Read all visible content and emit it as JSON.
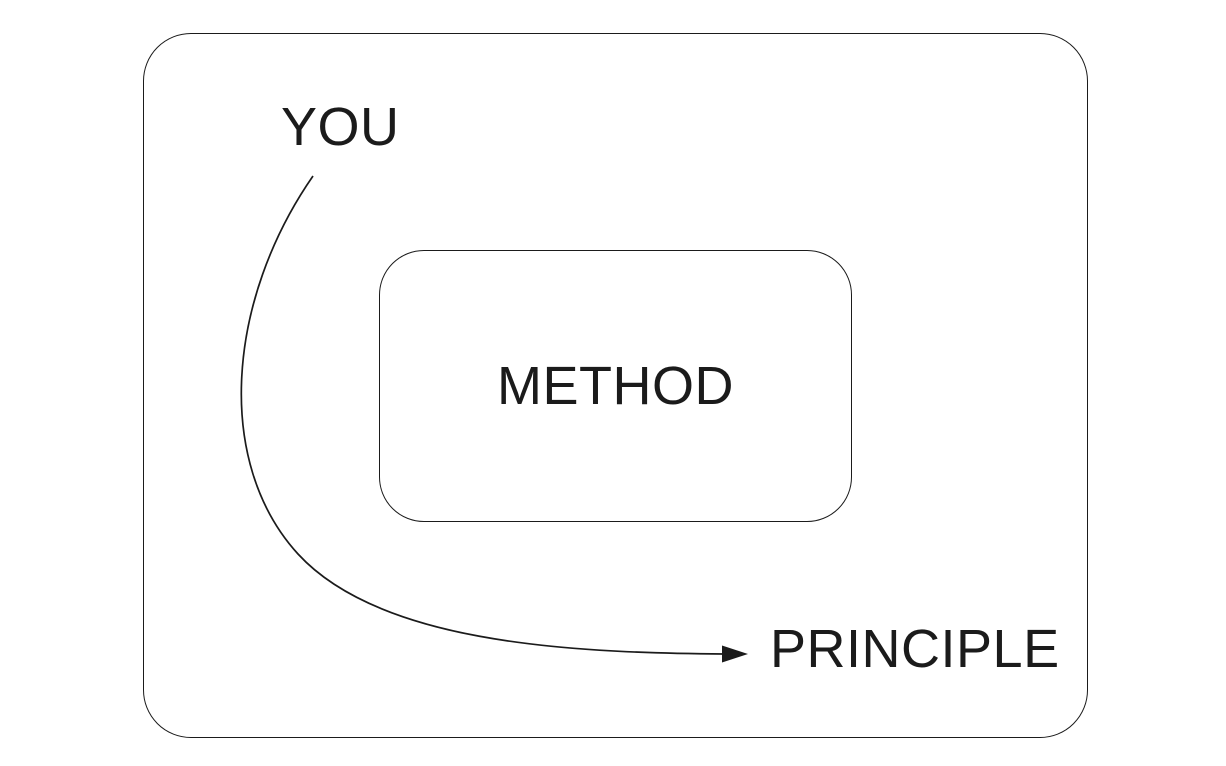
{
  "page": {
    "background_color": "#ffffff"
  },
  "diagram": {
    "stroke_color": "#1b1b1b",
    "text_color": "#1b1b1b",
    "labels": {
      "you": "YOU",
      "method": "METHOD",
      "principle": "PRINCIPLE"
    },
    "arrow": {
      "from": "YOU",
      "to": "PRINCIPLE",
      "shape": "curved",
      "head": "filled-triangle-right"
    }
  }
}
